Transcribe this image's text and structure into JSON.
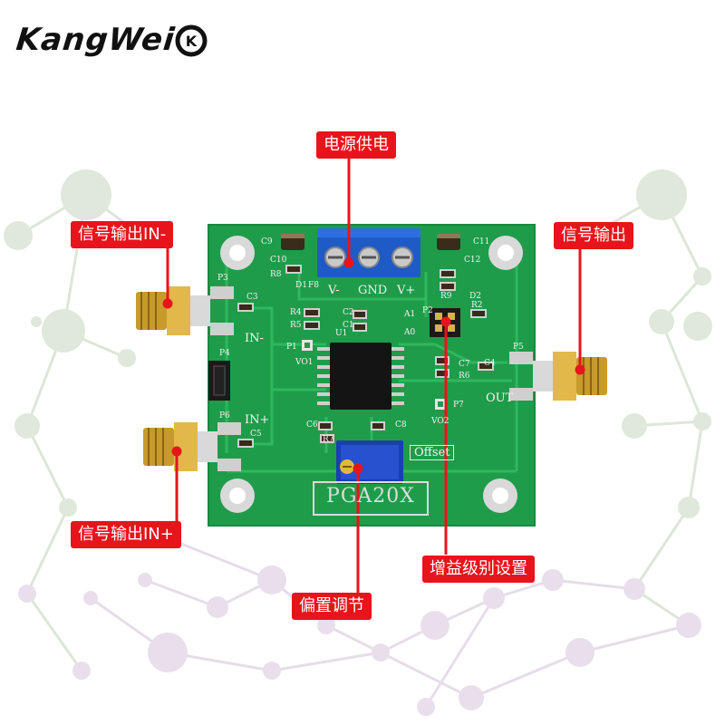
{
  "brand": {
    "name": "KangWei",
    "logo_letters": "K"
  },
  "callouts": {
    "power": "电源供电",
    "in_minus": "信号输出IN-",
    "output": "信号输出",
    "in_plus": "信号输出IN+",
    "gain": "增益级别设置",
    "offset": "偏置调节"
  },
  "silkscreen": {
    "v_minus": "V-",
    "gnd": "GND",
    "v_plus": "V+",
    "in_minus": "IN-",
    "in_plus": "IN+",
    "out": "OUT",
    "offset": "Offset",
    "model": "PGA20X",
    "p3": "P3",
    "p4": "P4",
    "p6": "P6",
    "p1": "P1",
    "p2": "P2",
    "p5": "P5",
    "p7": "P7",
    "vo1": "VO1",
    "vo2": "VO2",
    "u1": "U1",
    "c3": "C3",
    "c5": "C5",
    "c9": "C9",
    "c10": "C10",
    "r8": "R8",
    "d1": "D1",
    "f8": "F8",
    "c11": "C11",
    "c12": "C12",
    "r9": "R9",
    "d2": "D2",
    "r2": "R2",
    "r4": "R4",
    "r5": "R5",
    "c1": "C1",
    "c2": "C2",
    "a1": "A1",
    "a0": "A0",
    "c4": "C4",
    "c7": "C7",
    "r6": "R6",
    "c6": "C6",
    "c8": "C8",
    "r7": "R7"
  }
}
